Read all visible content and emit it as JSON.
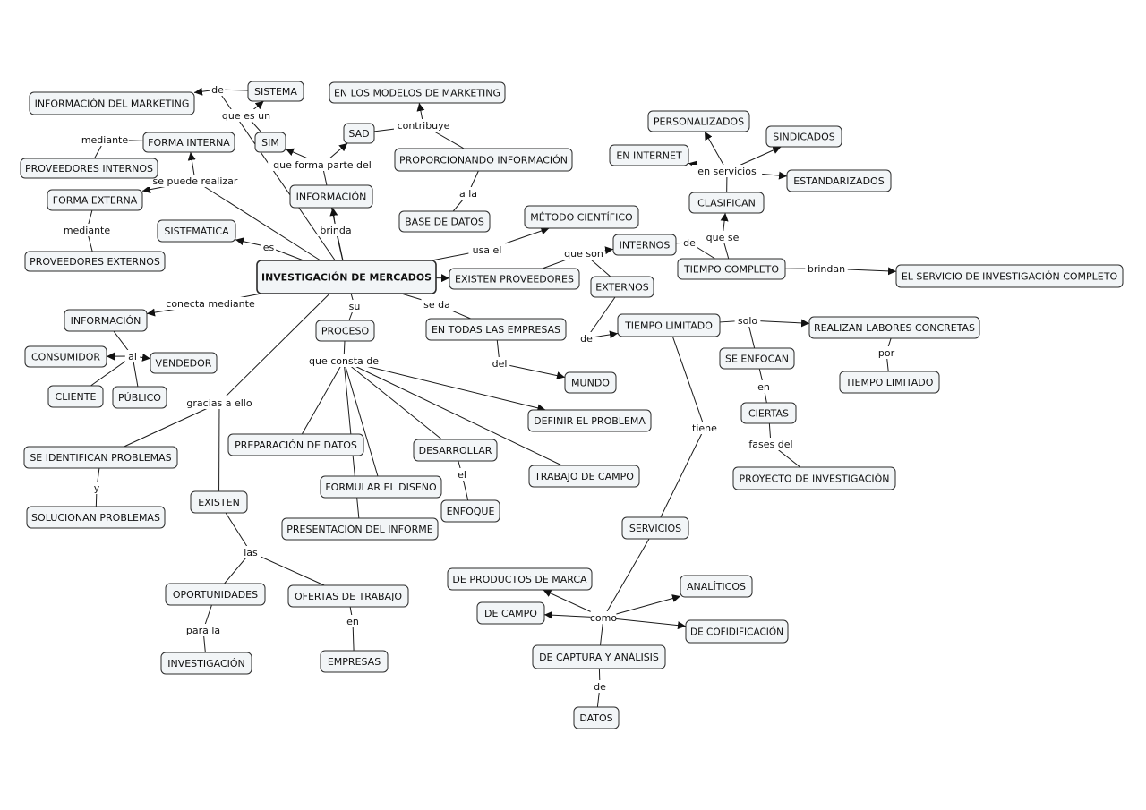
{
  "nodes": {
    "inv": "INVESTIGACIÓN DE MERCADOS",
    "info_mkt": "INFORMACIÓN DEL MARKETING",
    "sistema": "SISTEMA",
    "sim": "SIM",
    "modelos": "EN LOS MODELOS DE MARKETING",
    "sad": "SAD",
    "proporc": "PROPORCIONANDO INFORMACIÓN",
    "informacion": "INFORMACIÓN",
    "base": "BASE DE DATOS",
    "forma_int": "FORMA INTERNA",
    "prov_int": "PROVEEDORES INTERNOS",
    "forma_ext": "FORMA EXTERNA",
    "prov_ext": "PROVEEDORES EXTERNOS",
    "sistematica": "SISTEMÁTICA",
    "metodo": "MÉTODO CIENTÍFICO",
    "existen_prov": "EXISTEN PROVEEDORES",
    "internos": "INTERNOS",
    "externos": "EXTERNOS",
    "personalizados": "PERSONALIZADOS",
    "sindicados": "SINDICADOS",
    "en_internet": "EN INTERNET",
    "estandarizados": "ESTANDARIZADOS",
    "clasifican": "CLASIFICAN",
    "tiempo_completo": "TIEMPO COMPLETO",
    "servicio_completo": "EL SERVICIO DE INVESTIGACIÓN COMPLETO",
    "tiempo_limitado": "TIEMPO LIMITADO",
    "labores": "REALIZAN LABORES CONCRETAS",
    "se_enfocan": "SE ENFOCAN",
    "tiempo_limitado2": "TIEMPO LIMITADO",
    "ciertas": "CIERTAS",
    "proyecto": "PROYECTO DE INVESTIGACIÓN",
    "informacion2": "INFORMACIÓN",
    "consumidor": "CONSUMIDOR",
    "vendedor": "VENDEDOR",
    "cliente": "CLIENTE",
    "publico": "PÚBLICO",
    "proceso": "PROCESO",
    "empresas_todas": "EN TODAS LAS EMPRESAS",
    "mundo": "MUNDO",
    "definir": "DEFINIR EL PROBLEMA",
    "preparacion": "PREPARACIÓN DE DATOS",
    "desarrollar": "DESARROLLAR",
    "formular": "FORMULAR EL DISEÑO",
    "trabajo_campo": "TRABAJO DE CAMPO",
    "enfoque": "ENFOQUE",
    "presentacion": "PRESENTACIÓN DEL INFORME",
    "se_identifican": "SE IDENTIFICAN PROBLEMAS",
    "solucionan": "SOLUCIONAN PROBLEMAS",
    "existen": "EXISTEN",
    "oportunidades": "OPORTUNIDADES",
    "ofertas": "OFERTAS DE TRABAJO",
    "investigacion": "INVESTIGACIÓN",
    "empresas": "EMPRESAS",
    "servicios": "SERVICIOS",
    "productos_marca": "DE PRODUCTOS DE MARCA",
    "analiticos": "ANALÍTICOS",
    "de_campo": "DE CAMPO",
    "cofidificacion": "DE COFIDIFICACIÓN",
    "captura": "DE CAPTURA Y ANÁLISIS",
    "datos": "DATOS"
  },
  "links": {
    "de_sistema": "de",
    "que_es_un": "que es un",
    "contribuye": "contribuye",
    "que_forma_parte": "que forma parte del",
    "a_la": "a la",
    "brinda": "brinda",
    "mediante1": "mediante",
    "se_puede_realizar": "se puede realizar",
    "mediante2": "mediante",
    "es": "es",
    "usa_el": "usa el",
    "que_son": "que son",
    "de_internos": "de",
    "que_se": "que se",
    "en_servicios": "en servicios",
    "brindan": "brindan",
    "de_externos": "de",
    "solo": "solo",
    "por": "por",
    "en": "en",
    "fases_del": "fases del",
    "conecta_mediante": "conecta mediante",
    "al": "al",
    "su": "su",
    "se_da": "se da",
    "del": "del",
    "que_consta_de": "que consta de",
    "el": "el",
    "gracias_a_ello": "gracias a ello",
    "y": "y",
    "las": "las",
    "para_la": "para la",
    "en_empresas": "en",
    "tiene": "tiene",
    "como": "como",
    "de_datos": "de"
  },
  "colors": {
    "node_fill": "#f2f5f7",
    "node_border": "#2a2a2a",
    "line": "#1a1a1a"
  }
}
